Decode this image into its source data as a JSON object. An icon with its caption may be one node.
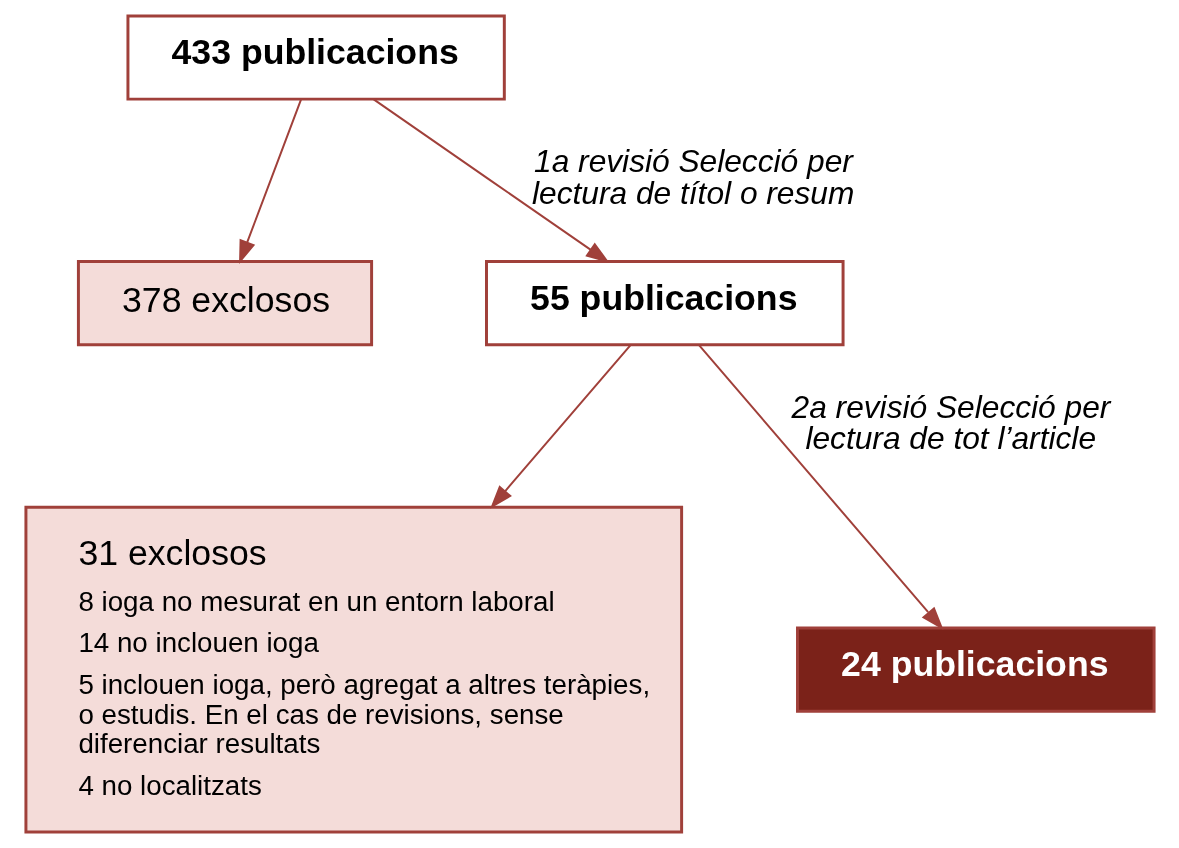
{
  "diagram": {
    "nodes": [
      {
        "text": [
          "433 publicacions"
        ]
      },
      {
        "text": [
          "378 exclosos"
        ]
      },
      {
        "text": [
          "55 publicacions"
        ]
      },
      {
        "text": [
          "31 exclosos",
          "8 ioga no mesurat en un entorn laboral",
          "14 no inclouen ioga",
          "5 inclouen ioga, però agregat a altres teràpies, o estudis. En el cas de revisions, sense diferenciar resultats",
          "4 no localitzats"
        ]
      },
      {
        "text": [
          "24 publicacions"
        ]
      }
    ],
    "edges": [
      {
        "from": 0,
        "to": 2,
        "arrow": "to",
        "label": "1a revisió Selecció per lectura de títol o resum"
      },
      {
        "from": 0,
        "to": 1,
        "arrow": "to"
      },
      {
        "from": 2,
        "to": 4,
        "arrow": "to",
        "label": "2a revisió Selecció per lectura de tot l’article"
      },
      {
        "from": 2,
        "to": 3,
        "arrow": "to"
      }
    ]
  }
}
